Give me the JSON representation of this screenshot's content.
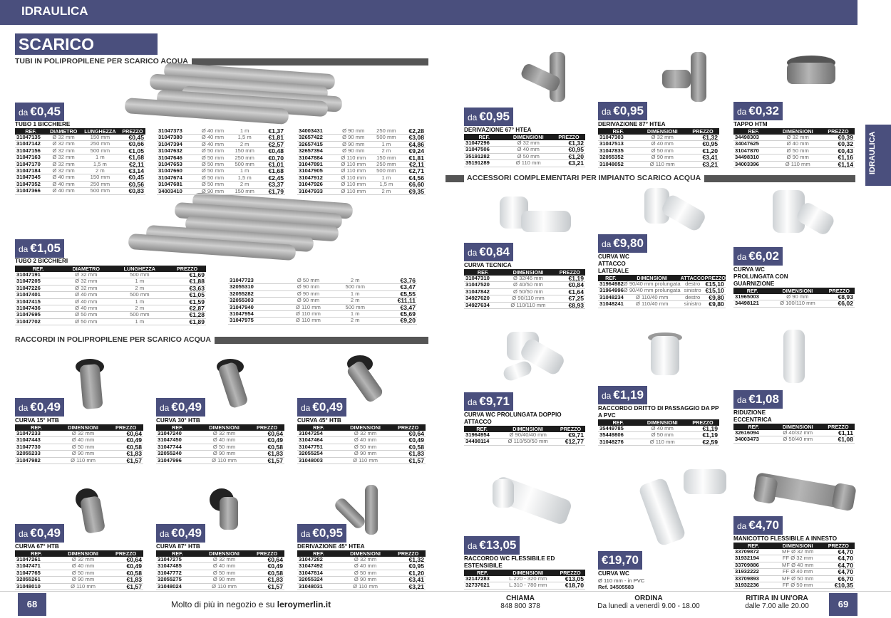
{
  "header": {
    "category": "IDRAULICA",
    "title": "SCARICO ACQUA",
    "side_tab": "IDRAULICA"
  },
  "sections": {
    "tubi": "TUBI IN POLIPROPILENE PER SCARICO ACQUA",
    "raccordi": "RACCORDI IN POLIPROPILENE PER SCARICO ACQUA",
    "accessori": "ACCESSORI COMPLEMENTARI PER IMPIANTO SCARICO ACQUA"
  },
  "labels": {
    "da": "da"
  },
  "cols": {
    "ref": "REF.",
    "diam": "DIAMETRO",
    "lung": "LUNGHEZZA",
    "prezzo": "PREZZO",
    "dim": "DIMENSIONI",
    "attacco": "ATTACCO"
  },
  "tubo1": {
    "price": "€0,45",
    "title": "TUBO 1 BICCHIERE",
    "a": [
      [
        "31047135",
        "Ø 32 mm",
        "150 mm",
        "€0,45"
      ],
      [
        "31047142",
        "Ø 32 mm",
        "250 mm",
        "€0,66"
      ],
      [
        "31047156",
        "Ø 32 mm",
        "500 mm",
        "€1,05"
      ],
      [
        "31047163",
        "Ø 32 mm",
        "1 m",
        "€1,68"
      ],
      [
        "31047170",
        "Ø 32 mm",
        "1,5 m",
        "€2,11"
      ],
      [
        "31047184",
        "Ø 32 mm",
        "2 m",
        "€3,14"
      ],
      [
        "31047345",
        "Ø 40 mm",
        "150 mm",
        "€0,45"
      ],
      [
        "31047352",
        "Ø 40 mm",
        "250 mm",
        "€0,56"
      ],
      [
        "31047366",
        "Ø 40 mm",
        "500 mm",
        "€0,83"
      ]
    ],
    "b": [
      [
        "31047373",
        "Ø 40 mm",
        "1 m",
        "€1,37"
      ],
      [
        "31047380",
        "Ø 40 mm",
        "1,5 m",
        "€1,81"
      ],
      [
        "31047394",
        "Ø 40 mm",
        "2 m",
        "€2,57"
      ],
      [
        "31047632",
        "Ø 50 mm",
        "150 mm",
        "€0,48"
      ],
      [
        "31047646",
        "Ø 50 mm",
        "250 mm",
        "€0,70"
      ],
      [
        "31047653",
        "Ø 50 mm",
        "500 mm",
        "€1,01"
      ],
      [
        "31047660",
        "Ø 50 mm",
        "1 m",
        "€1,68"
      ],
      [
        "31047674",
        "Ø 50 mm",
        "1,5 m",
        "€2,45"
      ],
      [
        "31047681",
        "Ø 50 mm",
        "2 m",
        "€3,37"
      ],
      [
        "34003410",
        "Ø 90 mm",
        "150 mm",
        "€1,79"
      ]
    ],
    "c": [
      [
        "34003431",
        "Ø 90 mm",
        "250 mm",
        "€2,28"
      ],
      [
        "32657422",
        "Ø 90 mm",
        "500 mm",
        "€3,08"
      ],
      [
        "32657415",
        "Ø 90 mm",
        "1 m",
        "€4,86"
      ],
      [
        "32657394",
        "Ø 90 mm",
        "2 m",
        "€9,24"
      ],
      [
        "31047884",
        "Ø 110 mm",
        "150 mm",
        "€1,81"
      ],
      [
        "31047891",
        "Ø 110 mm",
        "250 mm",
        "€2,11"
      ],
      [
        "31047905",
        "Ø 110 mm",
        "500 mm",
        "€2,71"
      ],
      [
        "31047912",
        "Ø 110 mm",
        "1 m",
        "€4,56"
      ],
      [
        "31047926",
        "Ø 110 mm",
        "1,5 m",
        "€6,60"
      ],
      [
        "31047933",
        "Ø 110 mm",
        "2 m",
        "€9,35"
      ]
    ]
  },
  "tubo2": {
    "price": "€1,05",
    "title": "TUBO 2 BICCHIERI",
    "a": [
      [
        "31047191",
        "Ø 32 mm",
        "500 mm",
        "€1,69"
      ],
      [
        "31047205",
        "Ø 32 mm",
        "1 m",
        "€1,88"
      ],
      [
        "31047226",
        "Ø 32 mm",
        "2 m",
        "€3,63"
      ],
      [
        "31047401",
        "Ø 40 mm",
        "500 mm",
        "€1,05"
      ],
      [
        "31047415",
        "Ø 40 mm",
        "1 m",
        "€1,59"
      ],
      [
        "31047436",
        "Ø 40 mm",
        "2 m",
        "€2,87"
      ],
      [
        "31047695",
        "Ø 50 mm",
        "500 mm",
        "€1,28"
      ],
      [
        "31047702",
        "Ø 50 mm",
        "1 m",
        "€1,89"
      ]
    ],
    "b": [
      [
        "31047723",
        "Ø 50 mm",
        "2 m",
        "€3,76"
      ],
      [
        "32055310",
        "Ø 90 mm",
        "500 mm",
        "€3,47"
      ],
      [
        "32055282",
        "Ø 90 mm",
        "1 m",
        "€5,55"
      ],
      [
        "32055303",
        "Ø 90 mm",
        "2 m",
        "€11,11"
      ],
      [
        "31047940",
        "Ø 110 mm",
        "500 mm",
        "€3,47"
      ],
      [
        "31047954",
        "Ø 110 mm",
        "1 m",
        "€5,69"
      ],
      [
        "31047975",
        "Ø 110 mm",
        "2 m",
        "€9,20"
      ]
    ]
  },
  "raccordi": [
    {
      "price": "€0,49",
      "title": "CURVA 15° HTB",
      "rows": [
        [
          "31047233",
          "Ø 32 mm",
          "€0,64"
        ],
        [
          "31047443",
          "Ø 40 mm",
          "€0,49"
        ],
        [
          "31047730",
          "Ø 50 mm",
          "€0,58"
        ],
        [
          "32055233",
          "Ø 90 mm",
          "€1,83"
        ],
        [
          "31047982",
          "Ø 110 mm",
          "€1,57"
        ]
      ]
    },
    {
      "price": "€0,49",
      "title": "CURVA 30° HTB",
      "rows": [
        [
          "31047240",
          "Ø 32 mm",
          "€0,64"
        ],
        [
          "31047450",
          "Ø 40 mm",
          "€0,49"
        ],
        [
          "31047744",
          "Ø 50 mm",
          "€0,58"
        ],
        [
          "32055240",
          "Ø 90 mm",
          "€1,83"
        ],
        [
          "31047996",
          "Ø 110 mm",
          "€1,57"
        ]
      ]
    },
    {
      "price": "€0,49",
      "title": "CURVA 45° HTB",
      "rows": [
        [
          "31047254",
          "Ø 32 mm",
          "€0,64"
        ],
        [
          "31047464",
          "Ø 40 mm",
          "€0,49"
        ],
        [
          "31047751",
          "Ø 50 mm",
          "€0,58"
        ],
        [
          "32055254",
          "Ø 90 mm",
          "€1,83"
        ],
        [
          "31048003",
          "Ø 110 mm",
          "€1,57"
        ]
      ]
    },
    {
      "price": "€0,49",
      "title": "CURVA 67° HTB",
      "rows": [
        [
          "31047261",
          "Ø 32 mm",
          "€0,64"
        ],
        [
          "31047471",
          "Ø 40 mm",
          "€0,49"
        ],
        [
          "31047765",
          "Ø 50 mm",
          "€0,58"
        ],
        [
          "32055261",
          "Ø 90 mm",
          "€1,83"
        ],
        [
          "31048010",
          "Ø 110 mm",
          "€1,57"
        ]
      ]
    },
    {
      "price": "€0,49",
      "title": "CURVA 87° HTB",
      "rows": [
        [
          "31047275",
          "Ø 32 mm",
          "€0,64"
        ],
        [
          "31047485",
          "Ø 40 mm",
          "€0,49"
        ],
        [
          "31047772",
          "Ø 50 mm",
          "€0,58"
        ],
        [
          "32055275",
          "Ø 90 mm",
          "€1,83"
        ],
        [
          "31048024",
          "Ø 110 mm",
          "€1,57"
        ]
      ]
    },
    {
      "price": "€0,95",
      "title": "DERIVAZIONE 45° HTEA",
      "rows": [
        [
          "31047282",
          "Ø 32 mm",
          "€1,32"
        ],
        [
          "31047492",
          "Ø 40 mm",
          "€0,95"
        ],
        [
          "31047814",
          "Ø 50 mm",
          "€1,20"
        ],
        [
          "32055324",
          "Ø 90 mm",
          "€3,41"
        ],
        [
          "31048031",
          "Ø 110 mm",
          "€3,21"
        ]
      ]
    }
  ],
  "right_top": [
    {
      "price": "€0,95",
      "title": "DERIVAZIONE 67° HTEA",
      "rows": [
        [
          "31047296",
          "Ø 32 mm",
          "€1,32"
        ],
        [
          "31047506",
          "Ø 40 mm",
          "€0,95"
        ],
        [
          "35191282",
          "Ø 50 mm",
          "€1,20"
        ],
        [
          "35191289",
          "Ø 110 mm",
          "€3,21"
        ]
      ]
    },
    {
      "price": "€0,95",
      "title": "DERIVAZIONE 87° HTEA",
      "rows": [
        [
          "31047303",
          "Ø 32 mm",
          "€1,32"
        ],
        [
          "31047513",
          "Ø 40 mm",
          "€0,95"
        ],
        [
          "31047835",
          "Ø 50 mm",
          "€1,20"
        ],
        [
          "32055352",
          "Ø 90 mm",
          "€3,41"
        ],
        [
          "31048052",
          "Ø 110 mm",
          "€3,21"
        ]
      ]
    },
    {
      "price": "€0,32",
      "title": "TAPPO HTM",
      "rows": [
        [
          "34498303",
          "Ø 32 mm",
          "€0,39"
        ],
        [
          "34047625",
          "Ø 40 mm",
          "€0,32"
        ],
        [
          "31047870",
          "Ø 50 mm",
          "€0,43"
        ],
        [
          "34498310",
          "Ø 90 mm",
          "€1,16"
        ],
        [
          "34003396",
          "Ø 110 mm",
          "€1,14"
        ]
      ]
    }
  ],
  "accessori": [
    {
      "price": "€0,84",
      "title": "CURVA TECNICA",
      "rows": [
        [
          "31047310",
          "Ø 32/46 mm",
          "€1,19"
        ],
        [
          "31047520",
          "Ø 40/50 mm",
          "€0,84"
        ],
        [
          "31047842",
          "Ø 50/50 mm",
          "€1,64"
        ],
        [
          "34927620",
          "Ø 90/110 mm",
          "€7,25"
        ],
        [
          "34927634",
          "Ø 110/110 mm",
          "€8,93"
        ]
      ]
    },
    {
      "price": "€9,80",
      "title": "CURVA WC ATTACCO LATERALE",
      "rows": [
        [
          "31964982",
          "Ø 90/40 mm prolungata",
          "destro",
          "€15,10"
        ],
        [
          "31964996",
          "Ø 90/40 mm prolungata",
          "sinistro",
          "€15,10"
        ],
        [
          "31048234",
          "Ø 110/40 mm",
          "destro",
          "€9,80"
        ],
        [
          "31048241",
          "Ø 110/40 mm",
          "sinistro",
          "€9,80"
        ]
      ]
    },
    {
      "price": "€6,02",
      "title": "CURVA WC PROLUNGATA CON GUARNIZIONE",
      "rows": [
        [
          "31965003",
          "Ø 90 mm",
          "€8,93"
        ],
        [
          "34498121",
          "Ø 100/110 mm",
          "€6,02"
        ]
      ]
    },
    {
      "price": "€9,71",
      "title": "CURVA WC PROLUNGATA DOPPIO ATTACCO",
      "rows": [
        [
          "31964954",
          "Ø 90/40/40 mm",
          "€9,71"
        ],
        [
          "34498114",
          "Ø 110/50/50 mm",
          "€12,77"
        ]
      ]
    },
    {
      "price": "€1,19",
      "title": "RACCORDO DRITTO DI PASSAGGIO DA PP A PVC",
      "rows": [
        [
          "35449785",
          "Ø 40 mm",
          "€1,19"
        ],
        [
          "35449806",
          "Ø 50 mm",
          "€1,19"
        ],
        [
          "31048276",
          "Ø 110 mm",
          "€2,59"
        ]
      ]
    },
    {
      "price": "€1,08",
      "title": "RIDUZIONE ECCENTRICA",
      "rows": [
        [
          "32616094",
          "Ø 40/32 mm",
          "€1,11"
        ],
        [
          "34003473",
          "Ø 50/40 mm",
          "€1,08"
        ]
      ]
    },
    {
      "price": "€13,05",
      "title": "RACCORDO WC FLESSIBILE ED ESTENSIBILE",
      "rows": [
        [
          "32147283",
          "L.220 - 320 mm",
          "€13,05"
        ],
        [
          "32737621",
          "L.310 - 780 mm",
          "€18,70"
        ]
      ]
    },
    {
      "price": "€19,70",
      "title": "CURVA WC",
      "sub1": "Ø 110 mm - in PVC",
      "sub2": "Ref. 34505583"
    },
    {
      "price": "€4,70",
      "title": "MANICOTTO FLESSIBILE A INNESTO",
      "rows": [
        [
          "33709872",
          "MF Ø 32 mm",
          "€4,70"
        ],
        [
          "31932194",
          "FF Ø 32 mm",
          "€4,70"
        ],
        [
          "33709886",
          "MF Ø 40 mm",
          "€4,70"
        ],
        [
          "31932222",
          "FF Ø 40 mm",
          "€4,70"
        ],
        [
          "33709893",
          "MF Ø 50 mm",
          "€6,70"
        ],
        [
          "31932236",
          "FF Ø 50 mm",
          "€10,35"
        ]
      ]
    }
  ],
  "footer": {
    "page_left": "68",
    "page_right": "69",
    "slogan_pre": "Molto di più in negozio e su",
    "slogan_site": "leroymerlin.it",
    "chiama_t": "CHIAMA",
    "chiama_v": "848 800 378",
    "ordina_t": "ORDINA",
    "ordina_v": "Da lunedì a venerdì 9.00 - 18.00",
    "ritira_t": "RITIRA IN UN'ORA",
    "ritira_v": "dalle 7.00 alle 20.00"
  }
}
